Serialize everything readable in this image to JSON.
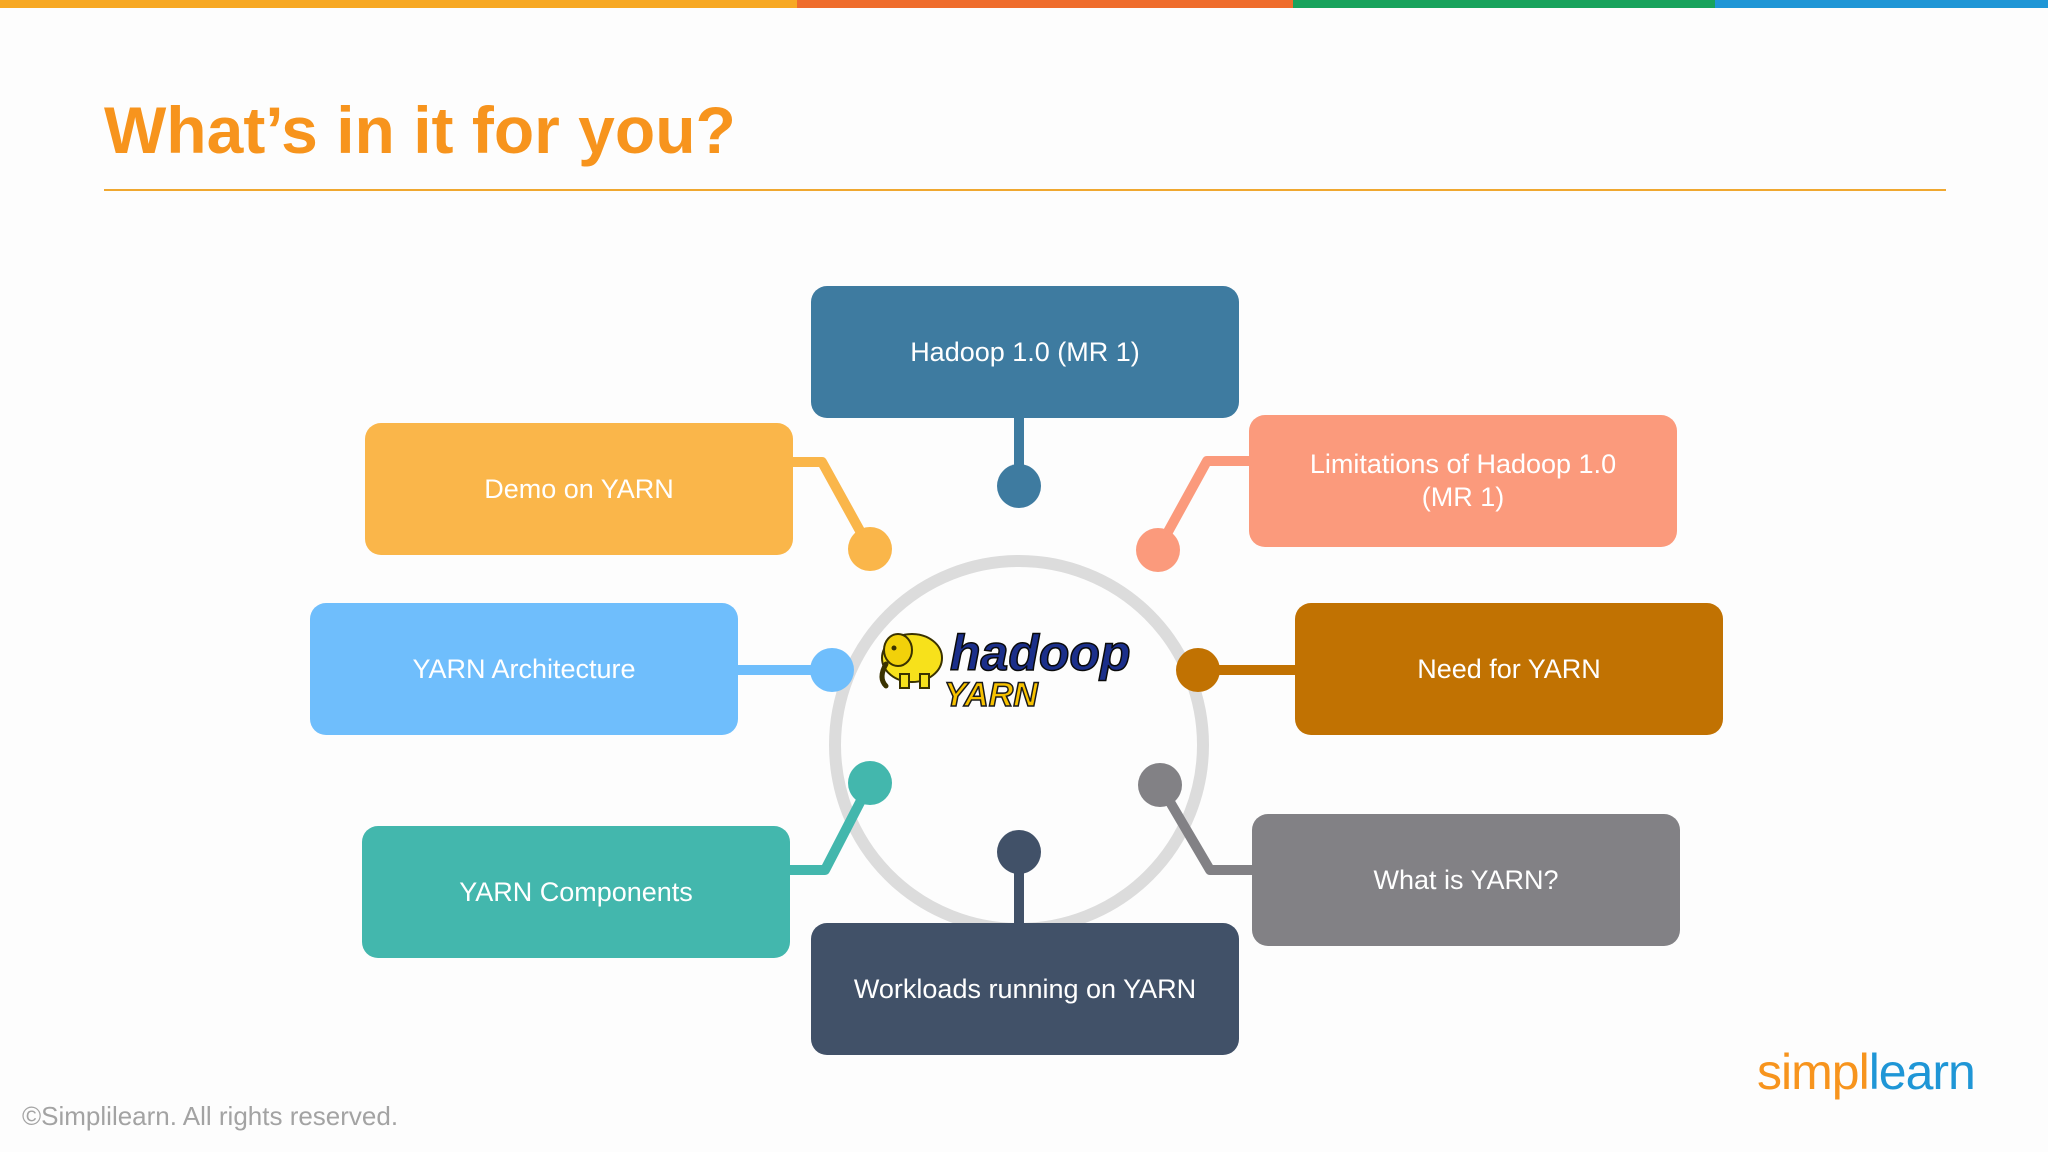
{
  "title": "What’s in it for you?",
  "colors": {
    "title": "#f7941d",
    "rule": "#f0a830",
    "ring": "#dcdcdc",
    "top_bar": [
      "#f7a823",
      "#ef6c2c",
      "#18a35c",
      "#1f96d6"
    ]
  },
  "logo": {
    "word": "hadoop",
    "sub": "YARN",
    "mascot": "elephant-icon"
  },
  "topics": [
    {
      "label": "Hadoop 1.0 (MR 1)",
      "color": "#3e7ba0"
    },
    {
      "label": "Limitations of Hadoop 1.0 (MR 1)",
      "color": "#fb9a7c"
    },
    {
      "label": "Need for YARN",
      "color": "#c17202"
    },
    {
      "label": "What is YARN?",
      "color": "#828185"
    },
    {
      "label": "Workloads running on YARN",
      "color": "#415168"
    },
    {
      "label": "YARN Components",
      "color": "#43b7ad"
    },
    {
      "label": "YARN Architecture",
      "color": "#6fbefc"
    },
    {
      "label": "Demo on YARN",
      "color": "#fab64a"
    }
  ],
  "footer": {
    "copyright": "©Simplilearn. All rights reserved.",
    "brand_left": "simpl",
    "brand_right": "learn",
    "brand_colors": [
      "#f7941d",
      "#1f96d6"
    ]
  }
}
